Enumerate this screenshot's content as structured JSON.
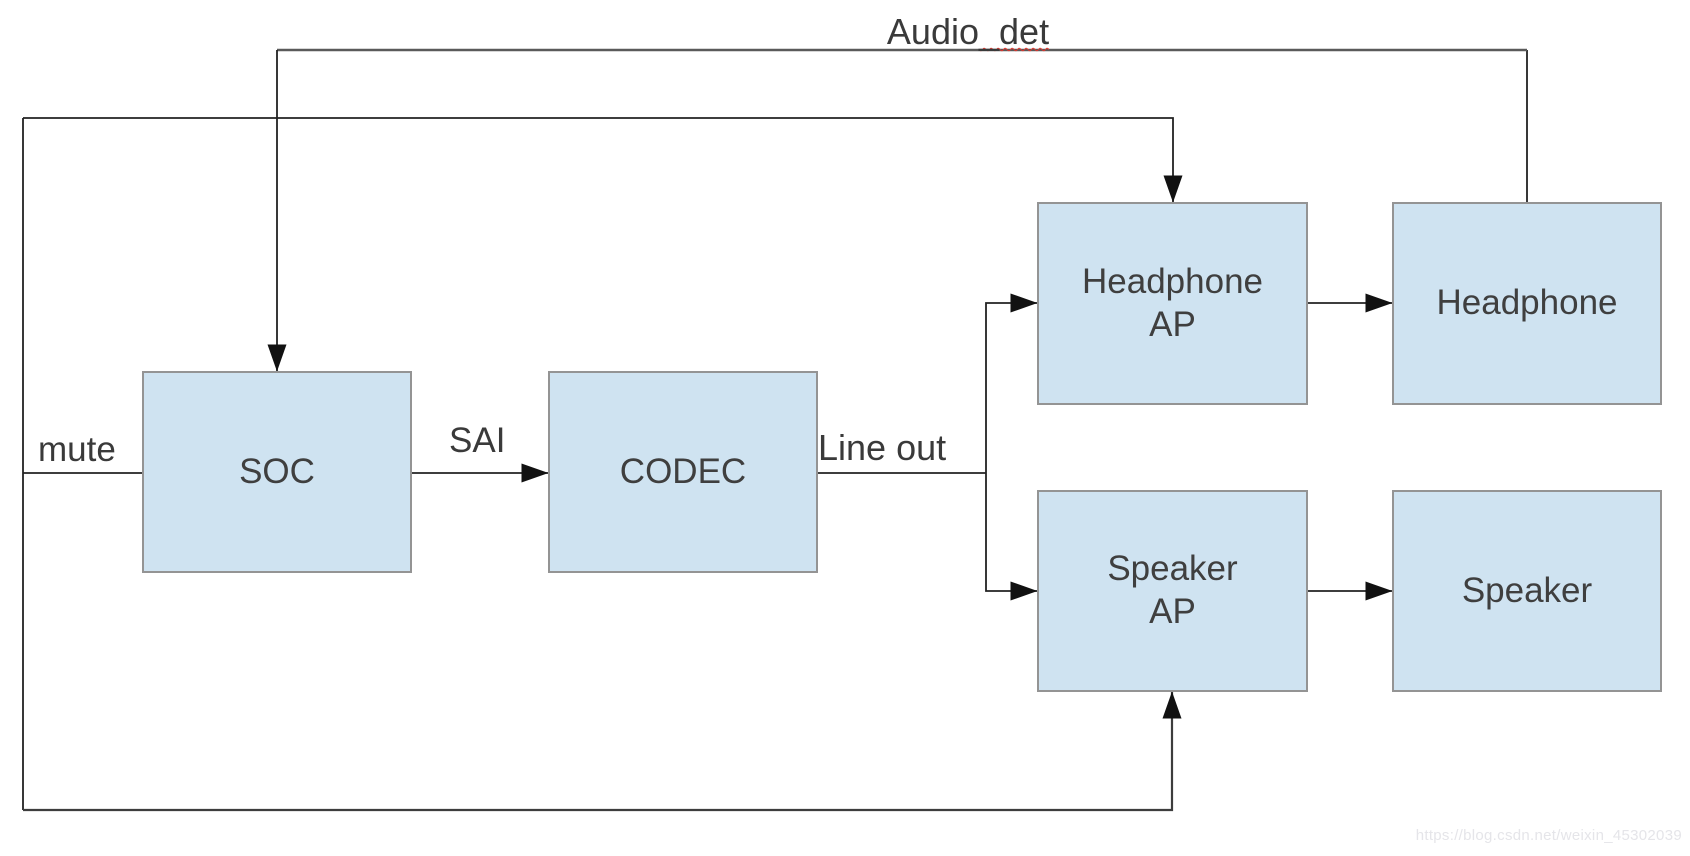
{
  "diagram": {
    "nodes": {
      "soc": {
        "label": "SOC"
      },
      "codec": {
        "label": "CODEC"
      },
      "headphone_ap": {
        "label": "Headphone\nAP"
      },
      "headphone": {
        "label": "Headphone"
      },
      "speaker_ap": {
        "label": "Speaker\nAP"
      },
      "speaker": {
        "label": "Speaker"
      }
    },
    "edge_labels": {
      "audio_det_prefix": "Audio",
      "audio_det_suffix": "_det",
      "mute": "mute",
      "sai": "SAI",
      "line_out": "Line out"
    },
    "colors": {
      "node_fill": "#cfe3f1",
      "node_border": "#949494",
      "connector": "#222222",
      "connector_light": "#5a5a5a",
      "label_text": "#3a3a3a",
      "misspell_underline": "#e0342b",
      "watermark_text": "#e5e5e9"
    }
  },
  "watermark": {
    "text": "https://blog.csdn.net/weixin_45302039"
  }
}
